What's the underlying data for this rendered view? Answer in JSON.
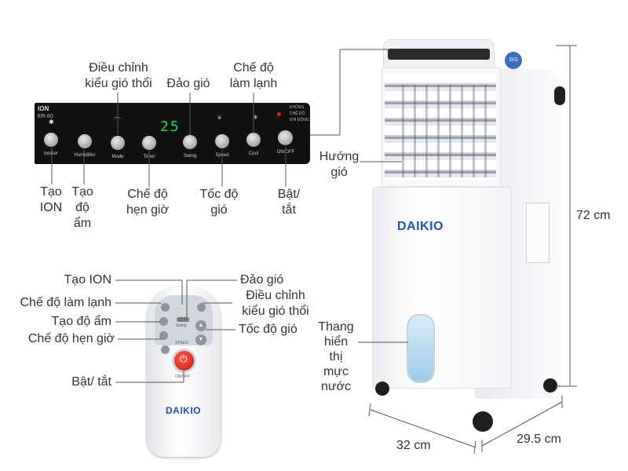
{
  "panel": {
    "display": "25",
    "left_text": "ION",
    "left_subtext": "ER-80",
    "right_text_1": "KHÔNG",
    "right_text_2": "CHẾ ĐỘ",
    "right_text_3": "KHI ĐỘNG",
    "buttons": [
      {
        "label": "Ionizer"
      },
      {
        "label": "Humidifier"
      },
      {
        "label": "Mode"
      },
      {
        "label": "Timer"
      },
      {
        "label": "Swing"
      },
      {
        "label": "Speed"
      },
      {
        "label": "Cool"
      },
      {
        "label": "ON/OFF"
      }
    ]
  },
  "panel_labels": {
    "mode": "Điều chỉnh\nkiểu gió thổi",
    "swing": "Đảo gió",
    "cool": "Chế độ\nlàm lạnh",
    "ion": "Tạo\nION",
    "humid": "Tạo\nđộ\nẩm",
    "timer": "Chế độ\nhẹn giờ",
    "speed": "Tốc độ\ngió",
    "onoff": "Bật/\ntắt"
  },
  "remote_labels": {
    "ion": "Tạo ION",
    "cool": "Chế độ làm lạnh",
    "humid": "Tạo độ ẩm",
    "timer": "Chế độ hẹn giờ",
    "onoff": "Bật/ tắt",
    "swing": "Đảo gió",
    "mode": "Điều chỉnh\nkiểu gió thổi",
    "speed": "Tốc độ gió"
  },
  "remote": {
    "swing_text": "Swing",
    "speed_text": "SPEED",
    "onoff_text": "ON/OFF",
    "brand": "DAIKIO"
  },
  "device": {
    "brand": "DAIKIO",
    "badge": "SIS",
    "direction_label": "Hướng\ngió",
    "tank_label": "Thang\nhiển\nthị\nmực\nnước"
  },
  "dimensions": {
    "height": "72 cm",
    "width": "32 cm",
    "depth": "29.5 cm"
  },
  "colors": {
    "panel_bg": "#111111",
    "device_body": "#f2f3f6",
    "brand_blue": "#1f53a8",
    "power_red": "#d8241c",
    "line": "#555555"
  }
}
